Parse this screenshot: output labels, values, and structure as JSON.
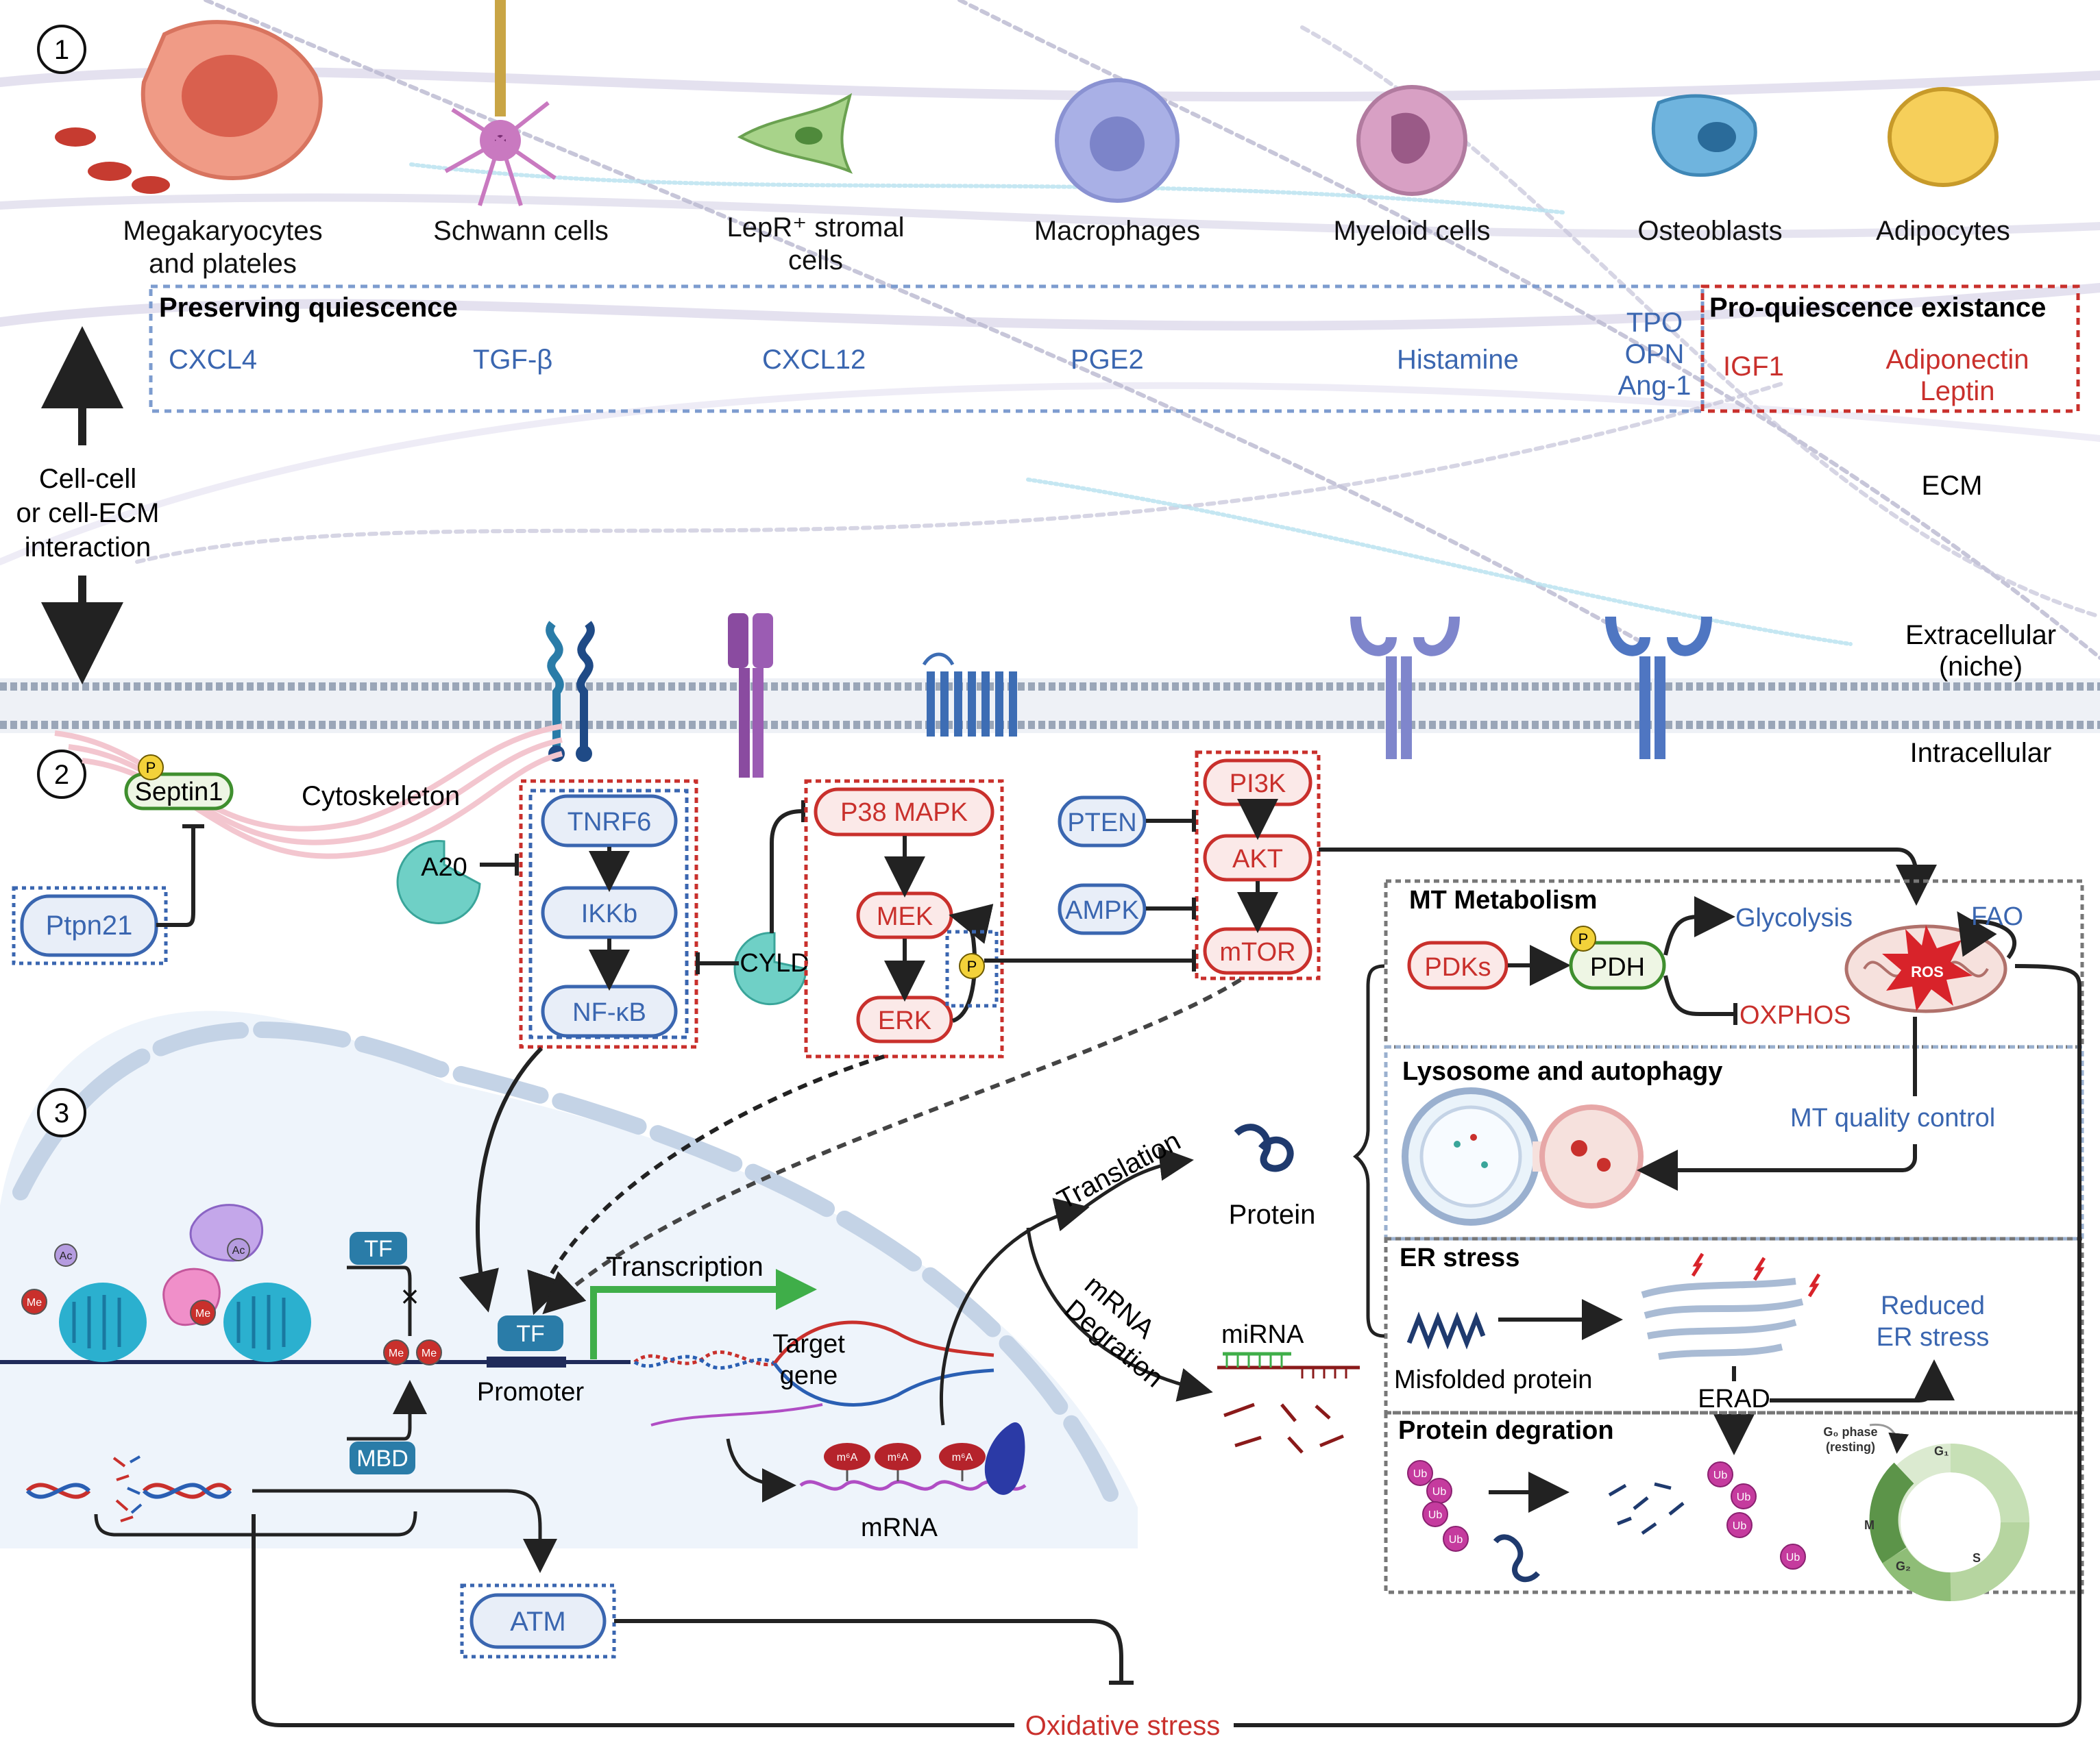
{
  "colors": {
    "blue": "#3a66b0",
    "red": "#c9302c",
    "node_blue_fill": "#e8eef8",
    "node_red_fill": "#fbe9e8",
    "teal": "#6fd0c6",
    "green": "#3fae49",
    "ecm_fiber": "#cfcbe0",
    "nucleus": "#eef4fb"
  },
  "section_numbers": [
    "1",
    "2",
    "3"
  ],
  "cells": [
    {
      "label": "Megakaryocytes\nand plateles",
      "icon": "megakaryocyte-icon"
    },
    {
      "label": "Schwann cells",
      "icon": "schwann-cell-icon"
    },
    {
      "label": "LepR⁺ stromal\ncells",
      "icon": "stromal-cell-icon"
    },
    {
      "label": "Macrophages",
      "icon": "macrophage-icon"
    },
    {
      "label": "Myeloid cells",
      "icon": "myeloid-cell-icon"
    },
    {
      "label": "Osteoblasts",
      "icon": "osteoblast-icon"
    },
    {
      "label": "Adipocytes",
      "icon": "adipocyte-icon"
    }
  ],
  "preserving": {
    "title": "Preserving quiescence",
    "factors": [
      "CXCL4",
      "TGF-β",
      "CXCL12",
      "PGE2",
      "Histamine",
      "TPO\nOPN\nAng-1"
    ]
  },
  "pro_quiescence": {
    "title": "Pro-quiescence existance",
    "factors": [
      "IGF1",
      "Adiponectin\nLeptin"
    ]
  },
  "side_labels": {
    "cell_interaction": "Cell-cell\nor cell-ECM\ninteraction",
    "ecm": "ECM",
    "extracellular": "Extracellular\n(niche)",
    "intracellular": "Intracellular"
  },
  "signaling": {
    "septin": "Septin1",
    "p_badge": "P",
    "ptpn21": "Ptpn21",
    "cytoskeleton": "Cytoskeleton",
    "a20": "A20",
    "tnrf6": "TNRF6",
    "ikkb": "IKKb",
    "nfkb": "NF-κB",
    "cyld": "CYLD",
    "p38": "P38 MAPK",
    "mek": "MEK",
    "erk": "ERK",
    "pten": "PTEN",
    "ampk": "AMPK",
    "pi3k": "PI3K",
    "akt": "AKT",
    "mtor": "mTOR"
  },
  "metabolism": {
    "title": "MT Metabolism",
    "pdks": "PDKs",
    "pdh": "PDH",
    "glycolysis": "Glycolysis",
    "oxphos": "OXPHOS",
    "fao": "FAO",
    "ros": "ROS"
  },
  "lysosome": {
    "title": "Lysosome and autophagy",
    "qc": "MT quality control"
  },
  "er": {
    "title": "ER stress",
    "misfolded": "Misfolded protein",
    "erad": "ERAD",
    "reduced": "Reduced\nER stress"
  },
  "degradation": {
    "title": "Protein degration",
    "ub": "Ub",
    "g0": "G₀ phase\n(resting)",
    "g1": "G₁",
    "s": "S",
    "g2": "G₂",
    "m": "M"
  },
  "nucleus": {
    "ac": "Ac",
    "me": "Me",
    "tf": "TF",
    "mbd": "MBD",
    "promoter": "Promoter",
    "transcription": "Transcription",
    "target_gene": "Target\ngene",
    "m6a": "m⁶A",
    "mrna": "mRNA",
    "translation": "Translation",
    "protein": "Protein",
    "degradation": "mRNA\nDegration",
    "mirna": "miRNA",
    "atm": "ATM",
    "oxidative": "Oxidative stress"
  }
}
